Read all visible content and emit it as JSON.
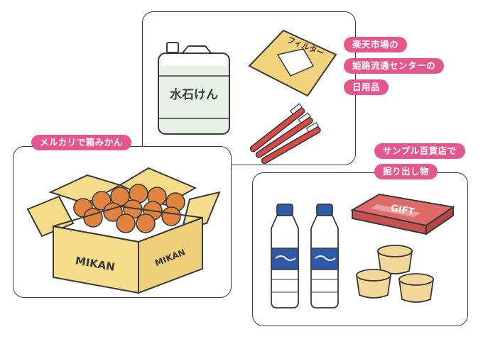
{
  "panels": {
    "rakuten": {
      "labels": [
        "楽天市場の",
        "姫路流通センターの",
        "日用品"
      ],
      "soap_label": "水石けん",
      "filter_label": "フィルター"
    },
    "mercari": {
      "label": "メルカリで箱みかん",
      "box_front": "MIKAN",
      "box_side": "MIKAN"
    },
    "sample": {
      "labels": [
        "サンプル百貨店で",
        "掘り出し物"
      ],
      "gift_text": "GIFT"
    }
  },
  "colors": {
    "tag": "#e4578c",
    "box": "#f4dc8a",
    "soap": "#e7f1e6",
    "filter_bag": "#f2d27a",
    "toothbrush": "#d84a4a",
    "bottle_cap": "#2f5aa6",
    "gift_box": "#e06a6a",
    "pudding": "#f1d79a",
    "mikan": "#e0833f",
    "line": "#3a3a3a"
  }
}
